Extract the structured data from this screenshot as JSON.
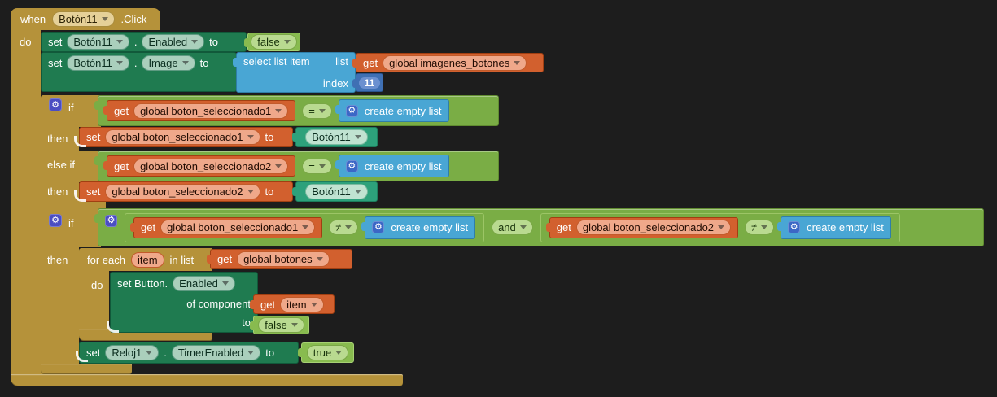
{
  "icons": {
    "gear": "⚙"
  },
  "values": {
    "false": "false",
    "true": "true",
    "boton11": "Botón11",
    "createEmptyList": "create empty list"
  },
  "ops": {
    "eq": "=",
    "neq": "≠",
    "and": "and"
  },
  "when": {
    "kw": "when",
    "component": "Botón11",
    "event": ".Click",
    "do": "do"
  },
  "setEnabled": {
    "kw": "set",
    "component": "Botón11",
    "dot": ".",
    "prop": "Enabled",
    "to": "to"
  },
  "setImage": {
    "kw": "set",
    "component": "Botón11",
    "dot": ".",
    "prop": "Image",
    "to": "to"
  },
  "selectListItem": {
    "label": "select list item",
    "list": "list",
    "index": "index",
    "indexValue": "11"
  },
  "getImagenes": {
    "kw": "get",
    "name": "global imagenes_botones"
  },
  "if1": {
    "if": "if",
    "then1": "then",
    "elseif": "else if",
    "then2": "then"
  },
  "getSel1": {
    "kw": "get",
    "name": "global boton_seleccionado1"
  },
  "getSel2": {
    "kw": "get",
    "name": "global boton_seleccionado2"
  },
  "setSel1": {
    "kw": "set",
    "name": "global boton_seleccionado1",
    "to": "to"
  },
  "setSel2": {
    "kw": "set",
    "name": "global boton_seleccionado2",
    "to": "to"
  },
  "if2": {
    "if": "if",
    "then": "then"
  },
  "forEach": {
    "forEach": "for each",
    "item": "item",
    "inList": "in list",
    "do": "do"
  },
  "getBotones": {
    "kw": "get",
    "name": "global botones"
  },
  "setButton": {
    "kw": "set Button.",
    "prop": "Enabled",
    "ofComponent": "of component",
    "to": "to"
  },
  "getItem": {
    "kw": "get",
    "name": "item"
  },
  "setReloj": {
    "kw": "set",
    "component": "Reloj1",
    "dot": ".",
    "prop": "TimerEnabled",
    "to": "to"
  }
}
